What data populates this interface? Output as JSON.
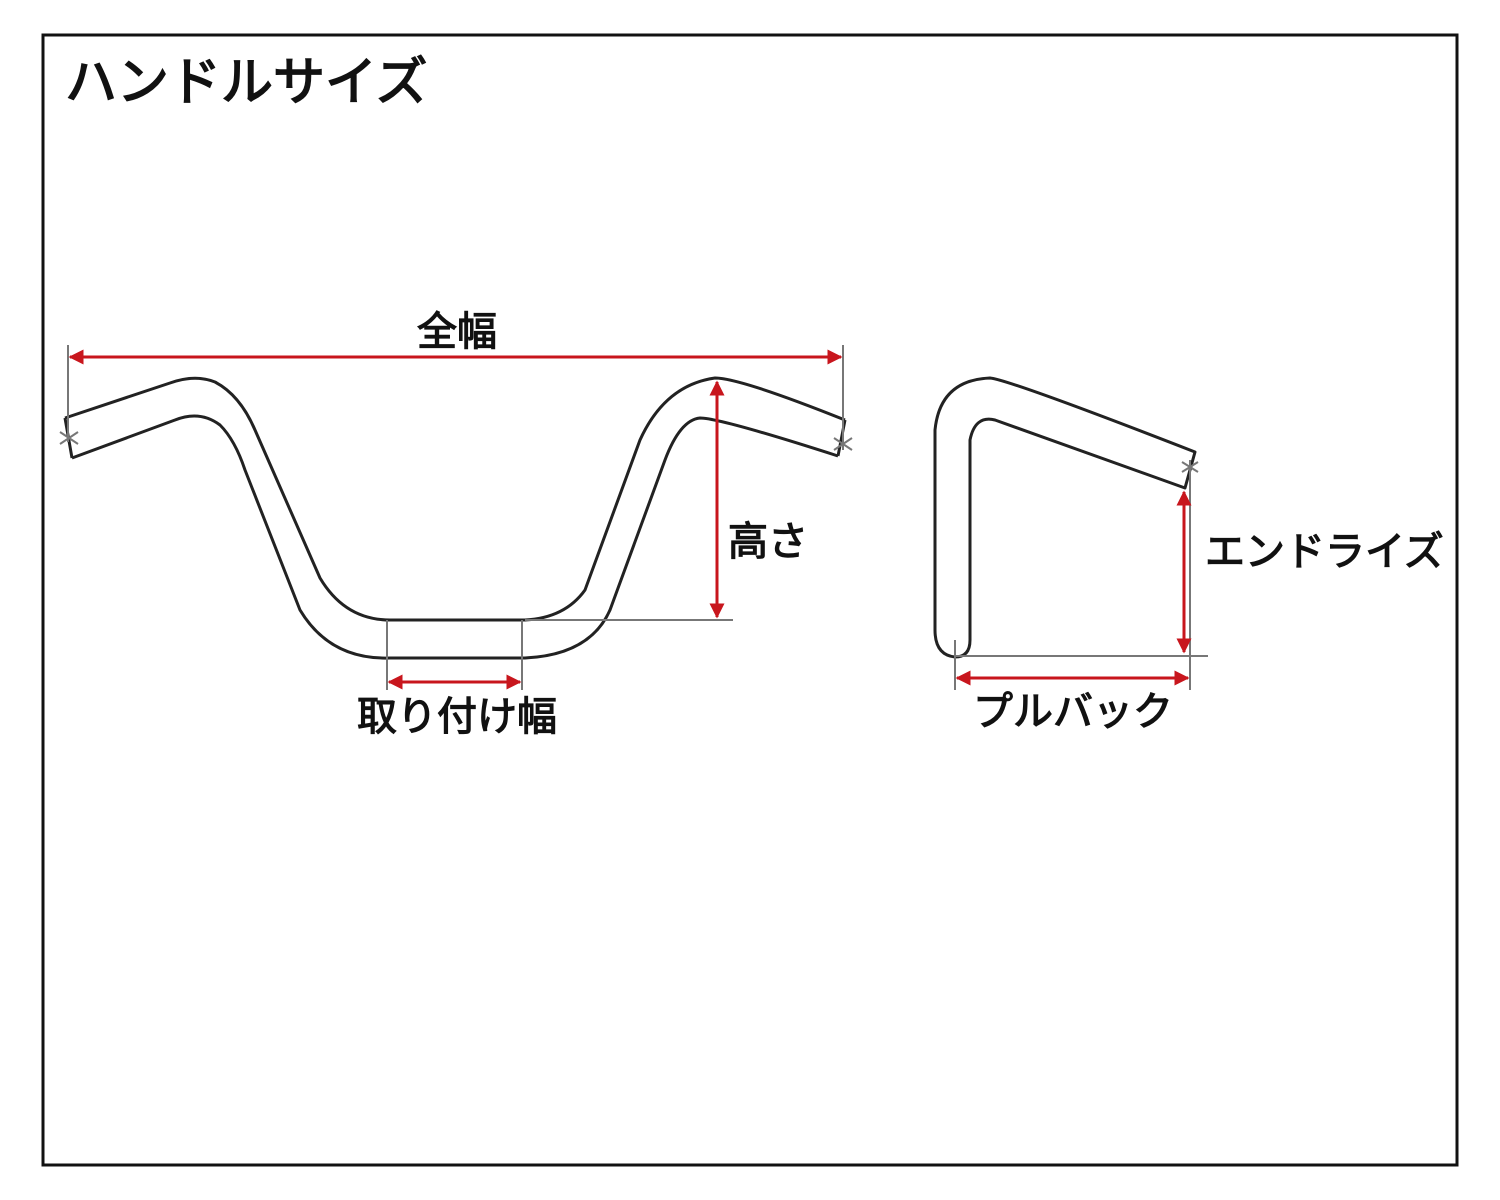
{
  "title": "ハンドルサイズ",
  "labels": {
    "overall_width": "全幅",
    "height": "高さ",
    "mount_width": "取り付け幅",
    "end_rise": "エンドライズ",
    "pullback": "プルバック"
  },
  "colors": {
    "dimension": "#c8161d",
    "guide": "#777777",
    "outline": "#222222"
  }
}
